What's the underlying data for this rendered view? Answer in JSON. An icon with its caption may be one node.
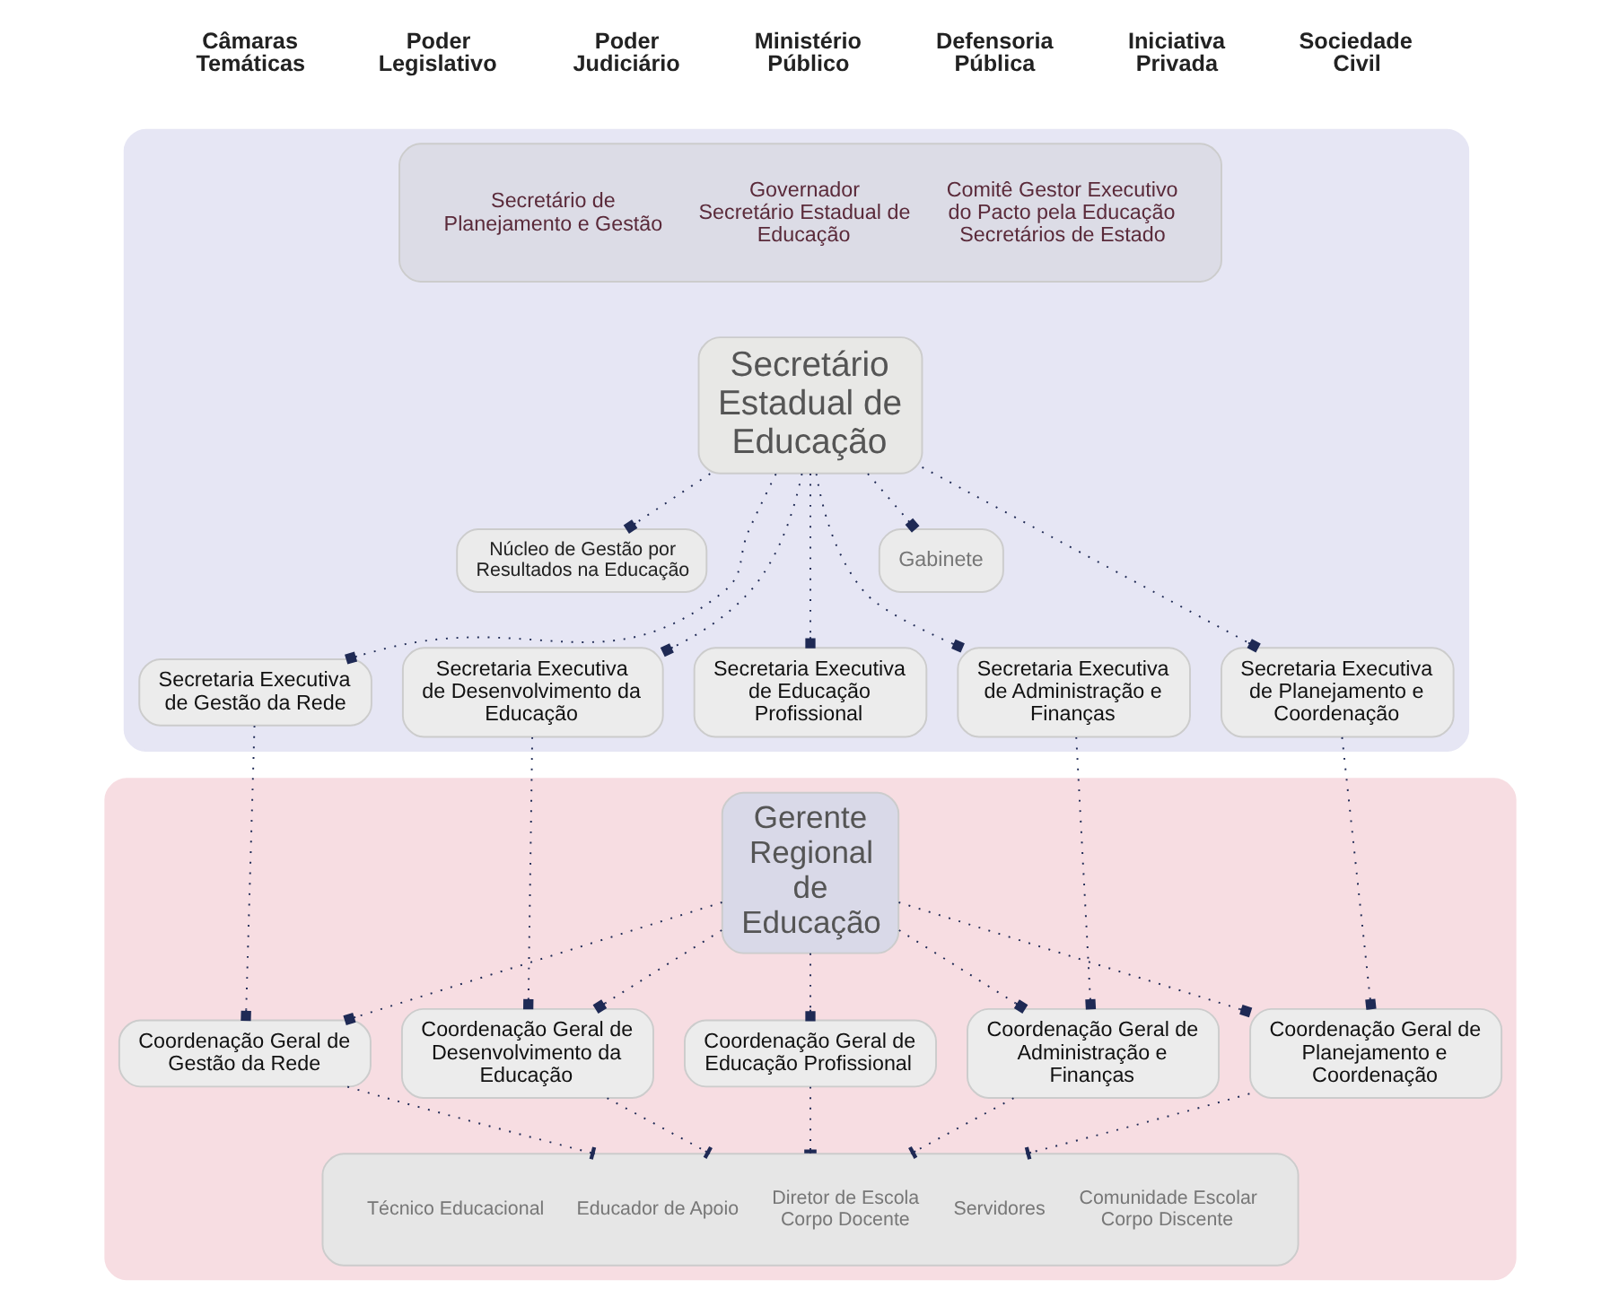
{
  "diagram": {
    "nodes": [
      {
        "text": [],
        "shape": "box"
      },
      {
        "text": [
          "Secretário de Planejamento e Gestão",
          "Governador",
          "Secretário Estadual de Educação",
          "Comitê Gestor Executivo do Pacto pela Educação",
          "Secretários de Estado"
        ],
        "in": 0
      },
      {
        "text": [
          "Secretário Estadual de Educação"
        ],
        "in": 0
      },
      {
        "text": [
          "Núcleo de Gestão por Resultados na Educação"
        ],
        "in": 0
      },
      {
        "text": [
          "Gabinete"
        ],
        "in": 0
      },
      {
        "text": [
          "Secretaria Executiva de Gestão da Rede"
        ],
        "in": 0
      },
      {
        "text": [
          "Secretaria Executiva de Desenvolvimento da Educação"
        ],
        "in": 0
      },
      {
        "text": [
          "Secretaria Executiva de Educação Profissional"
        ],
        "in": 0
      },
      {
        "text": [
          "Secretaria Executiva de Administração e Finanças"
        ],
        "in": 0
      },
      {
        "text": [
          "Secretaria Executiva de Planejamento e Coordenação"
        ],
        "in": 0
      },
      {
        "text": [],
        "shape": "box"
      },
      {
        "text": [
          "Gerente Regional de Educação"
        ],
        "in": 10
      },
      {
        "text": [
          "Coordenação Geral de Gestão da Rede"
        ],
        "in": 10
      },
      {
        "text": [
          "Coordenação Geral de Desenvolvimento da Educação"
        ],
        "in": 10
      },
      {
        "text": [
          "Coordenação Geral de Educação Profissional"
        ],
        "in": 10
      },
      {
        "text": [
          "Coordenação Geral de Administração e Finanças"
        ],
        "in": 10
      },
      {
        "text": [
          "Coordenação Geral de Planejamento e Coordenação"
        ],
        "in": 10
      },
      {
        "text": [
          "Técnico Educacional",
          "Educador de Apoio",
          "Diretor de Escola",
          "Corpo Docente",
          "Servidores",
          "Comunidade Escolar",
          "Corpo Discente"
        ],
        "in": 10
      }
    ],
    "edges": [
      {
        "from": 2,
        "to": 3,
        "arrow": "other"
      },
      {
        "from": 2,
        "to": 4,
        "arrow": "other"
      },
      {
        "from": 2,
        "to": 5,
        "arrow": "other"
      },
      {
        "from": 2,
        "to": 6,
        "arrow": "other"
      },
      {
        "from": 2,
        "to": 7,
        "arrow": "other"
      },
      {
        "from": 2,
        "to": 8,
        "arrow": "other"
      },
      {
        "from": 2,
        "to": 9,
        "arrow": "other"
      },
      {
        "from": 5,
        "to": 12,
        "arrow": "other"
      },
      {
        "from": 6,
        "to": 13,
        "arrow": "other"
      },
      {
        "from": 8,
        "to": 15,
        "arrow": "other"
      },
      {
        "from": 9,
        "to": 16,
        "arrow": "other"
      },
      {
        "from": 11,
        "to": 12,
        "arrow": "other"
      },
      {
        "from": 11,
        "to": 13,
        "arrow": "other"
      },
      {
        "from": 11,
        "to": 14,
        "arrow": "other"
      },
      {
        "from": 11,
        "to": 15,
        "arrow": "other"
      },
      {
        "from": 11,
        "to": 16,
        "arrow": "other"
      },
      {
        "from": 12,
        "to": 17,
        "arrow": "other"
      },
      {
        "from": 13,
        "to": 17,
        "arrow": "other"
      },
      {
        "from": 14,
        "to": 17,
        "arrow": "other"
      },
      {
        "from": 15,
        "to": 17,
        "arrow": "other"
      },
      {
        "from": 16,
        "to": 17,
        "arrow": "other"
      }
    ],
    "labels": [
      "Câmaras Temáticas",
      "Poder Legislativo",
      "Poder Judiciário",
      "Ministério Público",
      "Defensoria Pública",
      "Iniciativa Privada",
      "Sociedade Civil"
    ]
  }
}
